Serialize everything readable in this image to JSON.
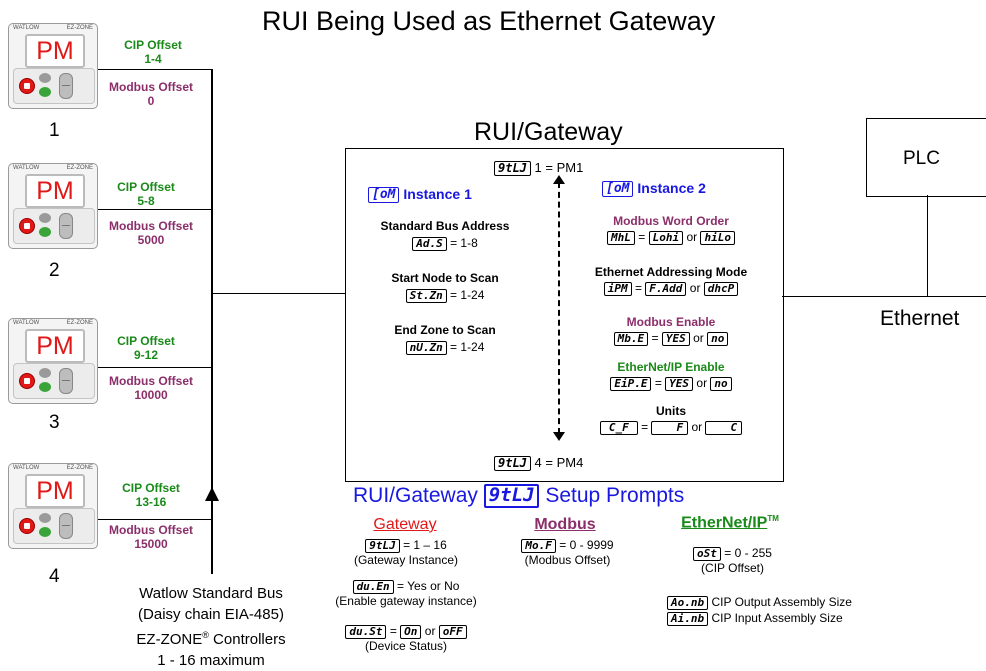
{
  "title": "RUI Being Used as Ethernet  Gateway",
  "controllers": [
    {
      "number": "1",
      "display": "PM",
      "brand": "WATLOW",
      "model": "EZ-ZONE",
      "cip_label": "CIP Offset",
      "cip_value": "1-4",
      "modbus_label": "Modbus Offset",
      "modbus_value": "0"
    },
    {
      "number": "2",
      "display": "PM",
      "brand": "WATLOW",
      "model": "EZ-ZONE",
      "cip_label": "CIP Offset",
      "cip_value": "5-8",
      "modbus_label": "Modbus Offset",
      "modbus_value": "5000"
    },
    {
      "number": "3",
      "display": "PM",
      "brand": "WATLOW",
      "model": "EZ-ZONE",
      "cip_label": "CIP Offset",
      "cip_value": "9-12",
      "modbus_label": "Modbus Offset",
      "modbus_value": "10000"
    },
    {
      "number": "4",
      "display": "PM",
      "brand": "WATLOW",
      "model": "EZ-ZONE",
      "cip_label": "CIP Offset",
      "cip_value": "13-16",
      "modbus_label": "Modbus Offset",
      "modbus_value": "15000"
    }
  ],
  "bus": {
    "line1": "Watlow Standard Bus",
    "line2": "(Daisy chain EIA-485)",
    "line3a": "EZ-ZONE",
    "line3reg": "®",
    "line3b": " Controllers",
    "line4": "1 - 16 maximum"
  },
  "gateway": {
    "title": "RUI/Gateway",
    "top_code": "9tLJ",
    "top_text": "1 = PM1",
    "bottom_code": "9tLJ",
    "bottom_text": "4 = PM4",
    "instance1": {
      "code": "[oM",
      "label": "Instance 1",
      "items": [
        {
          "title": "Standard Bus Address",
          "code": "Ad.S",
          "value": "= 1-8"
        },
        {
          "title": "Start Node to Scan",
          "code": "St.Zn",
          "value": "= 1-24"
        },
        {
          "title": "End Zone to Scan",
          "code": "nU.Zn",
          "value": "= 1-24"
        }
      ]
    },
    "instance2": {
      "code": "[oM",
      "label": "Instance 2",
      "word_order": {
        "title": "Modbus Word Order",
        "code": "MhL",
        "eq": "=",
        "opt1": "Lohi",
        "or": "or",
        "opt2": "hiLo"
      },
      "addressing": {
        "title": "Ethernet Addressing Mode",
        "code": "iPM",
        "eq": "=",
        "opt1": "F.Add",
        "or": "or",
        "opt2": "dhcP"
      },
      "modbus_enable": {
        "title": "Modbus Enable",
        "code": "Mb.E",
        "eq": "=",
        "opt1": "YES",
        "or": "or",
        "opt2": "no"
      },
      "ethernetip_enable": {
        "title": "EtherNet/IP Enable",
        "code": "EiP.E",
        "eq": "=",
        "opt1": "YES",
        "or": "or",
        "opt2": "no"
      },
      "units": {
        "title": "Units",
        "code": "C_F",
        "eq": "=",
        "opt1": "F",
        "or": "or",
        "opt2": "C"
      }
    }
  },
  "plc": {
    "label": "PLC"
  },
  "ethernet": {
    "label": "Ethernet"
  },
  "setup": {
    "title_pre": "RUI/Gateway",
    "title_code": "9tLJ",
    "title_post": "Setup Prompts",
    "gateway_col": {
      "heading": "Gateway",
      "items": [
        {
          "code": "9tLJ",
          "value": "= 1 – 16",
          "desc": "(Gateway Instance)"
        },
        {
          "code": "du.En",
          "value": "= Yes or No",
          "desc": "(Enable gateway instance)"
        },
        {
          "code": "du.St",
          "value": "=",
          "opt1": "On",
          "or": "or",
          "opt2": "oFF",
          "desc": "(Device Status)"
        }
      ]
    },
    "modbus_col": {
      "heading": "Modbus",
      "code": "Mo.F",
      "value": "= 0 - 9999",
      "desc": "(Modbus Offset)"
    },
    "ethernetip_col": {
      "heading": "EtherNet/IP",
      "tm": "TM",
      "code": "oSt",
      "value": "= 0 - 255",
      "desc": "(CIP Offset)",
      "assemblies": [
        {
          "code": "Ao.nb",
          "text": "CIP Output Assembly Size"
        },
        {
          "code": "Ai.nb",
          "text": "CIP Input Assembly Size"
        }
      ]
    }
  },
  "colors": {
    "blue": "#1818e0",
    "red": "#e01818",
    "green": "#1a8a1a",
    "purple": "#8b2e6a"
  }
}
